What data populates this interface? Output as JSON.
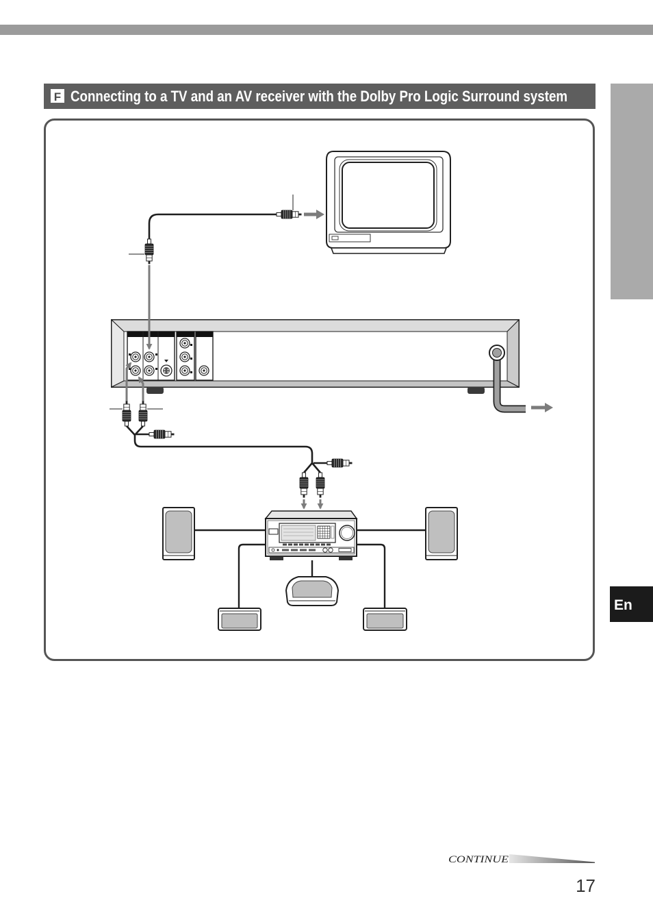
{
  "section": {
    "letter": "F",
    "title": "Connecting to a TV and an AV receiver with the Dolby Pro Logic Surround system"
  },
  "side_tab": {
    "label": "En"
  },
  "footer": {
    "continue_label": "CONTINUE",
    "page_number": "17"
  },
  "colors": {
    "top_rule": "#9b9b9b",
    "section_bar": "#5e5e5e",
    "chapter_tab": "#aaaaaa",
    "language_tab": "#1b1b1b"
  }
}
